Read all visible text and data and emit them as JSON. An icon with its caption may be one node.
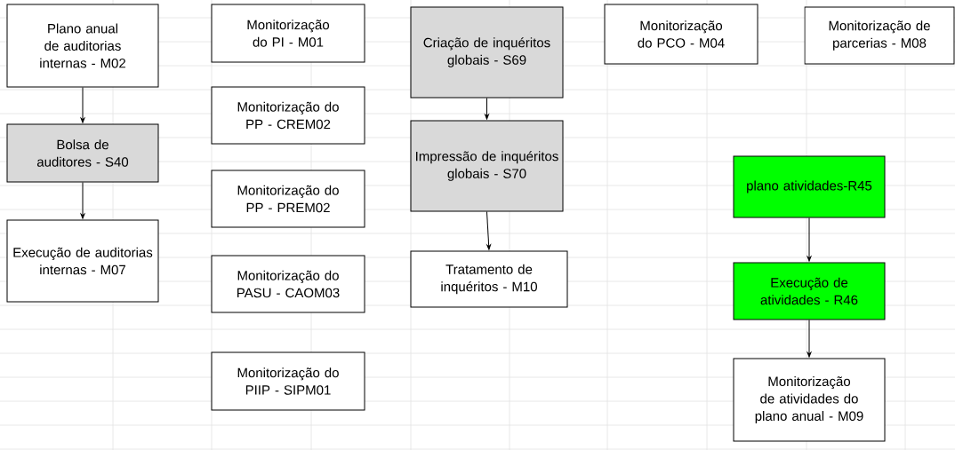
{
  "diagram": {
    "nodes": [
      {
        "text": [
          "Plano anual de auditorias internas - M02"
        ]
      },
      {
        "text": [
          "Bolsa de auditores - S40"
        ]
      },
      {
        "text": [
          "Execução de auditorias internas - M07"
        ]
      },
      {
        "text": [
          "Monitorização do PI - M01"
        ]
      },
      {
        "text": [
          "Monitorização do PP - CREM02"
        ]
      },
      {
        "text": [
          "Monitorização do PP - PREM02"
        ]
      },
      {
        "text": [
          "Monitorização do PASU - CAOM03"
        ]
      },
      {
        "text": [
          "Monitorização do PIIP - SIPM01"
        ]
      },
      {
        "text": [
          "Criação de inquéritos globais - S69"
        ]
      },
      {
        "text": [
          "Impressão de inquéritos globais - S70"
        ]
      },
      {
        "text": [
          "Tratamento de inquéritos - M10"
        ]
      },
      {
        "text": [
          "Monitorização do PCO - M04"
        ]
      },
      {
        "text": [
          "Monitorização de parcerias - M08"
        ]
      },
      {
        "text": [
          "plano atividades-R45"
        ]
      },
      {
        "text": [
          "Execução de atividades - R46"
        ]
      },
      {
        "text": [
          "Monitorização de atividades do plano anual - M09"
        ]
      }
    ],
    "edges": [
      {
        "from": 0,
        "to": 1,
        "arrow": "to"
      },
      {
        "from": 1,
        "to": 2,
        "arrow": "to"
      },
      {
        "from": 8,
        "to": 9,
        "arrow": "to"
      },
      {
        "from": 9,
        "to": 10,
        "arrow": "to"
      },
      {
        "from": 13,
        "to": 14,
        "arrow": "to"
      },
      {
        "from": 14,
        "to": 15,
        "arrow": "to"
      }
    ]
  }
}
